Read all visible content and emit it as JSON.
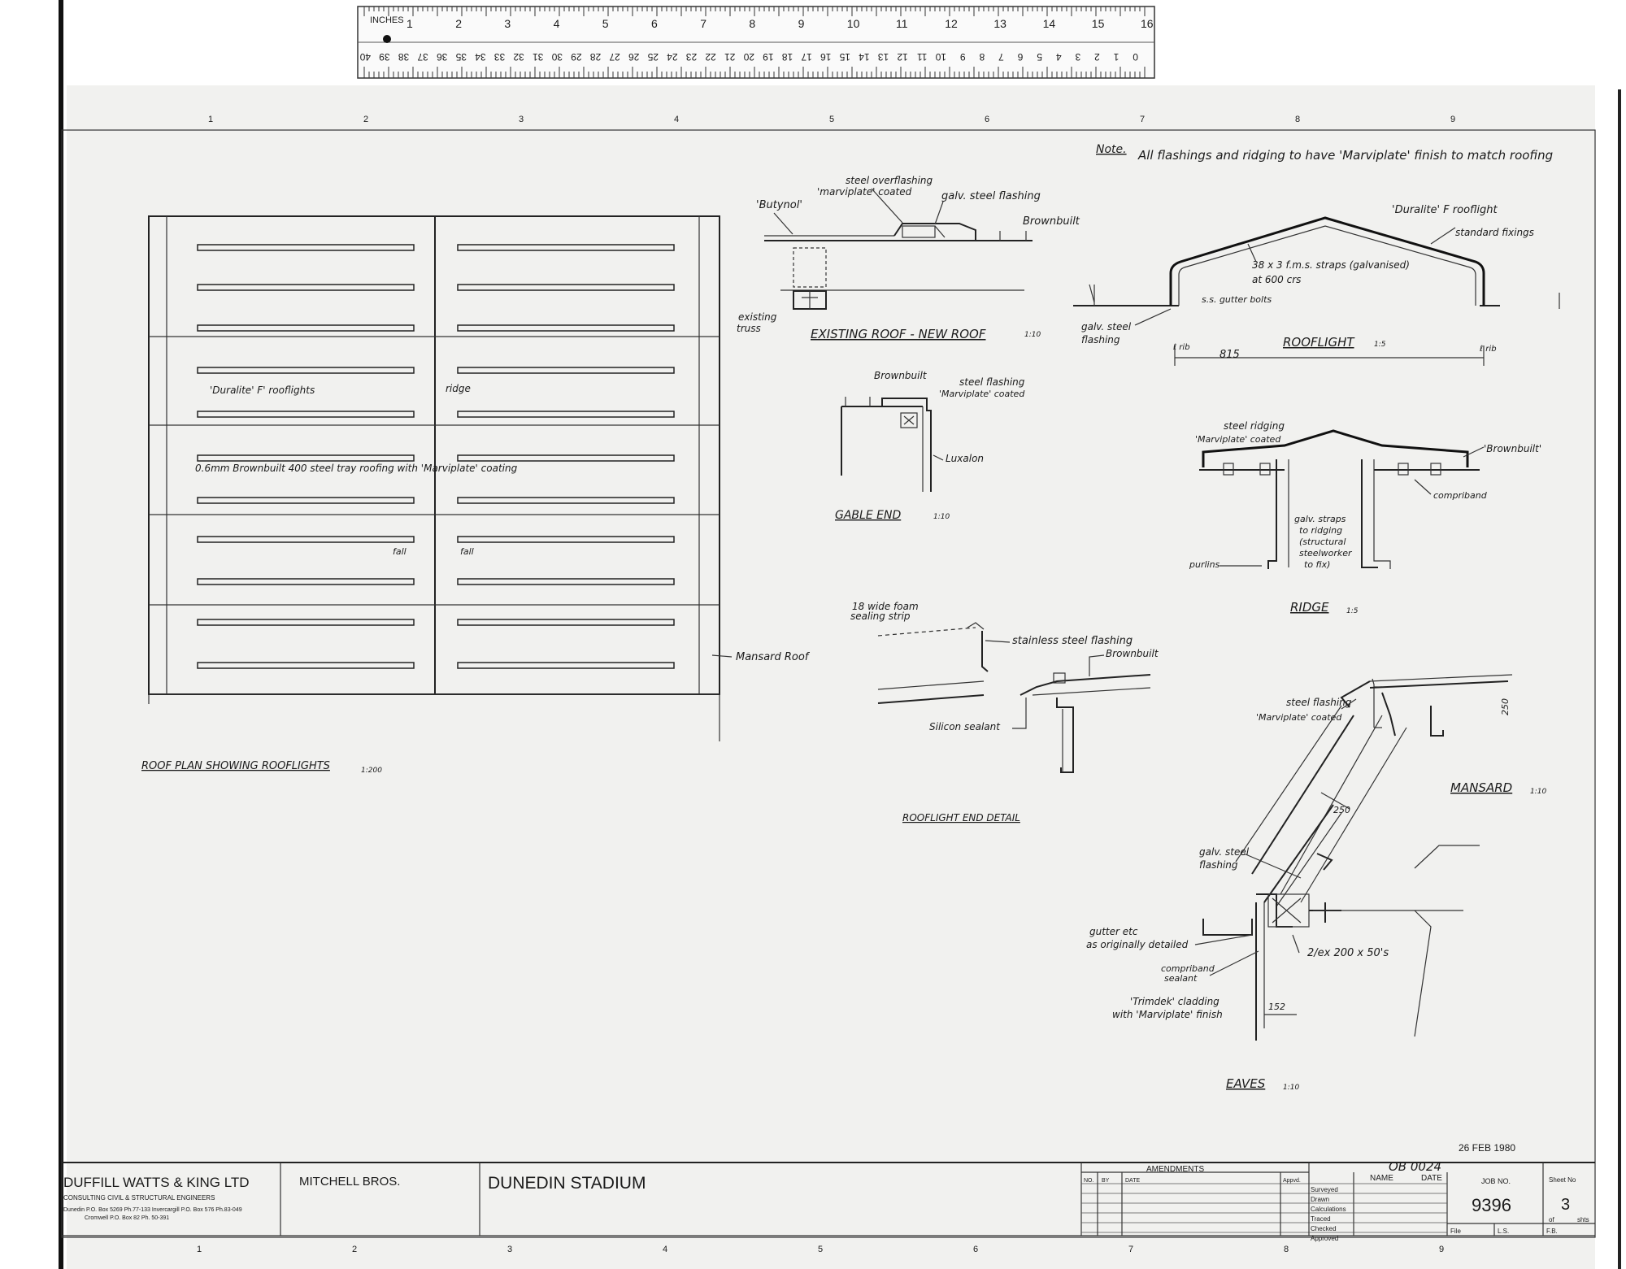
{
  "ruler": {
    "inches_label": "INCHES",
    "inch_marks": [
      "1",
      "2",
      "3",
      "4",
      "5",
      "6",
      "7",
      "8",
      "9",
      "10",
      "11",
      "12",
      "13",
      "14",
      "15",
      "16"
    ],
    "cm_marks": [
      "40",
      "39",
      "38",
      "37",
      "36",
      "35",
      "34",
      "33",
      "32",
      "31",
      "30",
      "29",
      "28",
      "27",
      "26",
      "25",
      "24",
      "23",
      "22",
      "21",
      "20",
      "19",
      "18",
      "17",
      "16",
      "15",
      "14",
      "13",
      "12",
      "11",
      "10",
      "9",
      "8",
      "7",
      "6",
      "5",
      "4",
      "3",
      "2",
      "1",
      "0"
    ]
  },
  "grid": {
    "top": [
      "1",
      "2",
      "3",
      "4",
      "5",
      "6",
      "7",
      "8",
      "9"
    ],
    "bottom": [
      "1",
      "2",
      "3",
      "4",
      "5",
      "6",
      "7",
      "8",
      "9"
    ]
  },
  "note": {
    "label": "Note.",
    "text": "All flashings and ridging to have 'Marviplate' finish to match roofing"
  },
  "roof_plan": {
    "title": "ROOF PLAN SHOWING ROOFLIGHTS",
    "scale": "1:200",
    "labels": {
      "rooflights": "'Duralite' F' rooflights",
      "ridge": "ridge",
      "roofing": "0.6mm Brownbuilt 400 steel tray roofing with 'Marviplate' coating",
      "fall_left": "fall",
      "fall_right": "fall",
      "mansard": "Mansard Roof"
    }
  },
  "existing_new": {
    "title": "EXISTING ROOF - NEW ROOF",
    "scale": "1:10",
    "labels": {
      "butynol": "'Butynol'",
      "overflashing": "steel overflashing",
      "overflashing2": "'marviplate' coated",
      "galv_flashing": "galv. steel flashing",
      "brownbuilt": "Brownbuilt",
      "existing_truss": "existing",
      "existing_truss2": "truss"
    }
  },
  "gable_end": {
    "title": "GABLE END",
    "scale": "1:10",
    "labels": {
      "brownbuilt": "Brownbuilt",
      "steel_flashing": "steel flashing",
      "marviplate": "'Marviplate' coated",
      "luxalon": "Luxalon"
    }
  },
  "rooflight": {
    "title": "ROOFLIGHT",
    "scale": "1:5",
    "labels": {
      "duralite": "'Duralite' F rooflight",
      "standard_fixings": "standard fixings",
      "straps": "38 x 3 f.m.s. straps (galvanised)",
      "straps2": "at 600 crs",
      "gutter_bolts": "s.s. gutter bolts",
      "galv": "galv. steel",
      "flashing": "flashing",
      "rib_left": "ℓ rib",
      "rib_right": "ℓ rib",
      "dimension": "815"
    }
  },
  "ridge": {
    "title": "RIDGE",
    "scale": "1:5",
    "labels": {
      "steel_ridging": "steel ridging",
      "marviplate": "'Marviplate' coated",
      "brownbuilt": "'Brownbuilt'",
      "compriband": "compriband",
      "straps": "galv. straps",
      "straps2": "to ridging",
      "straps3": "(structural",
      "straps4": "steelworker",
      "straps5": "to fix)",
      "purlins": "purlins"
    }
  },
  "rooflight_end": {
    "title": "ROOFLIGHT END DETAIL",
    "labels": {
      "foam": "18 wide foam",
      "foam2": "sealing strip",
      "stainless": "stainless steel flashing",
      "brownbuilt": "Brownbuilt",
      "silicon": "Silicon sealant"
    }
  },
  "mansard": {
    "title": "MANSARD",
    "scale": "1:10",
    "labels": {
      "steel_flashing": "steel flashing",
      "marviplate": "'Marviplate' coated",
      "dim_250a": "250",
      "dim_250b": "250"
    }
  },
  "eaves": {
    "title": "EAVES",
    "scale": "1:10",
    "labels": {
      "galv": "galv. steel",
      "flashing": "flashing",
      "gutter": "gutter etc",
      "gutter2": "as originally detailed",
      "compriband": "compriband",
      "sealant": "sealant",
      "trimdek": "'Trimdek' cladding",
      "trimdek2": "with 'Marviplate' finish",
      "members": "2/ex 200 x 50's",
      "dim": "152"
    }
  },
  "stamp": {
    "date": "26 FEB 1980",
    "ref": "OB 0024"
  },
  "title_block": {
    "firm": "DUFFILL WATTS & KING LTD",
    "firm_sub": "CONSULTING CIVIL & STRUCTURAL ENGINEERS",
    "address1": "Dunedin P.O. Box 5269  Ph.77-133  Invercargill P.O. Box 576  Ph.83-049",
    "address2": "Cromwell P.O. Box 82  Ph. 50-391",
    "client": "MITCHELL  BROS.",
    "project": "DUNEDIN  STADIUM",
    "amendments": "AMENDMENTS",
    "amend_cols": [
      "NO.",
      "BY",
      "DATE",
      "Appvd."
    ],
    "roles": [
      "Surveyed",
      "Drawn",
      "Calculations",
      "Traced",
      "Checked",
      "Approved"
    ],
    "name_col": "NAME",
    "date_col": "DATE",
    "job_no_label": "JOB NO.",
    "job_no": "9396",
    "sheet_label": "Sheet  No",
    "sheet_no": "3",
    "of_label": "of",
    "shts_label": "shts",
    "file_label": "File",
    "ls_label": "L.S.",
    "fb_label": "F.B."
  }
}
